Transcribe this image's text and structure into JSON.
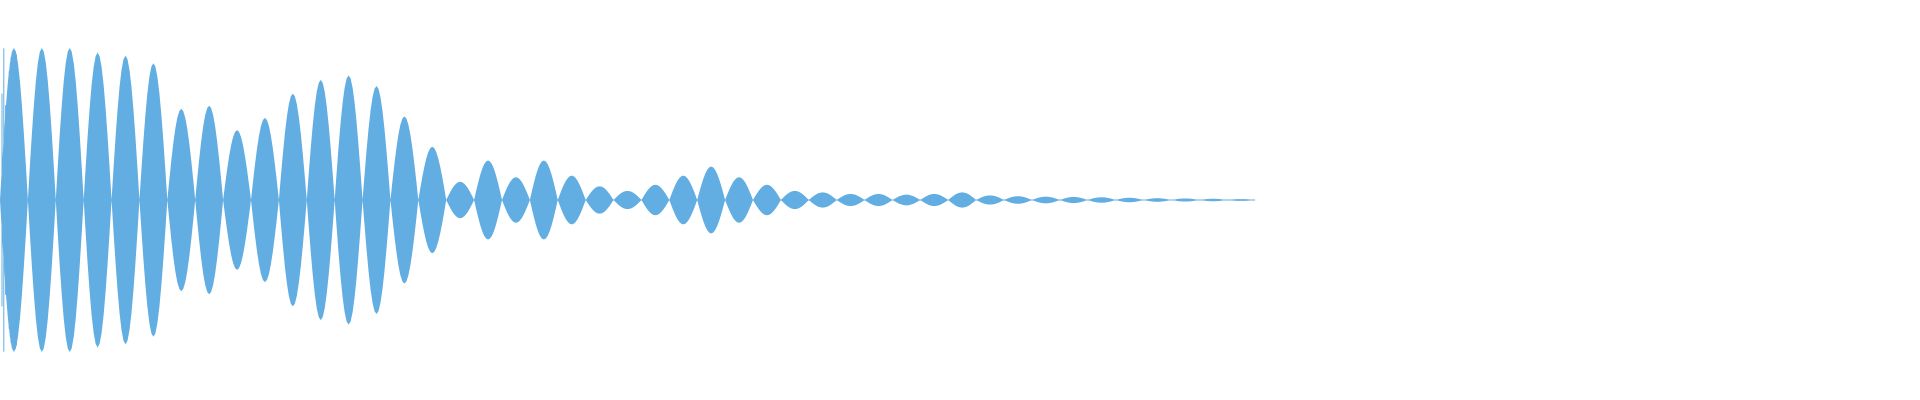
{
  "waveform": {
    "color": "#62ADE2",
    "peaks": [
      1.0,
      1.0,
      1.0,
      0.97,
      0.95,
      0.9,
      0.6,
      0.62,
      0.46,
      0.54,
      0.7,
      0.79,
      0.82,
      0.75,
      0.55,
      0.35,
      0.12,
      0.26,
      0.15,
      0.26,
      0.16,
      0.09,
      0.06,
      0.1,
      0.16,
      0.22,
      0.15,
      0.1,
      0.06,
      0.05,
      0.04,
      0.04,
      0.035,
      0.04,
      0.05,
      0.03,
      0.025,
      0.022,
      0.02,
      0.018,
      0.015,
      0.012,
      0.01,
      0.008,
      0.006
    ]
  }
}
